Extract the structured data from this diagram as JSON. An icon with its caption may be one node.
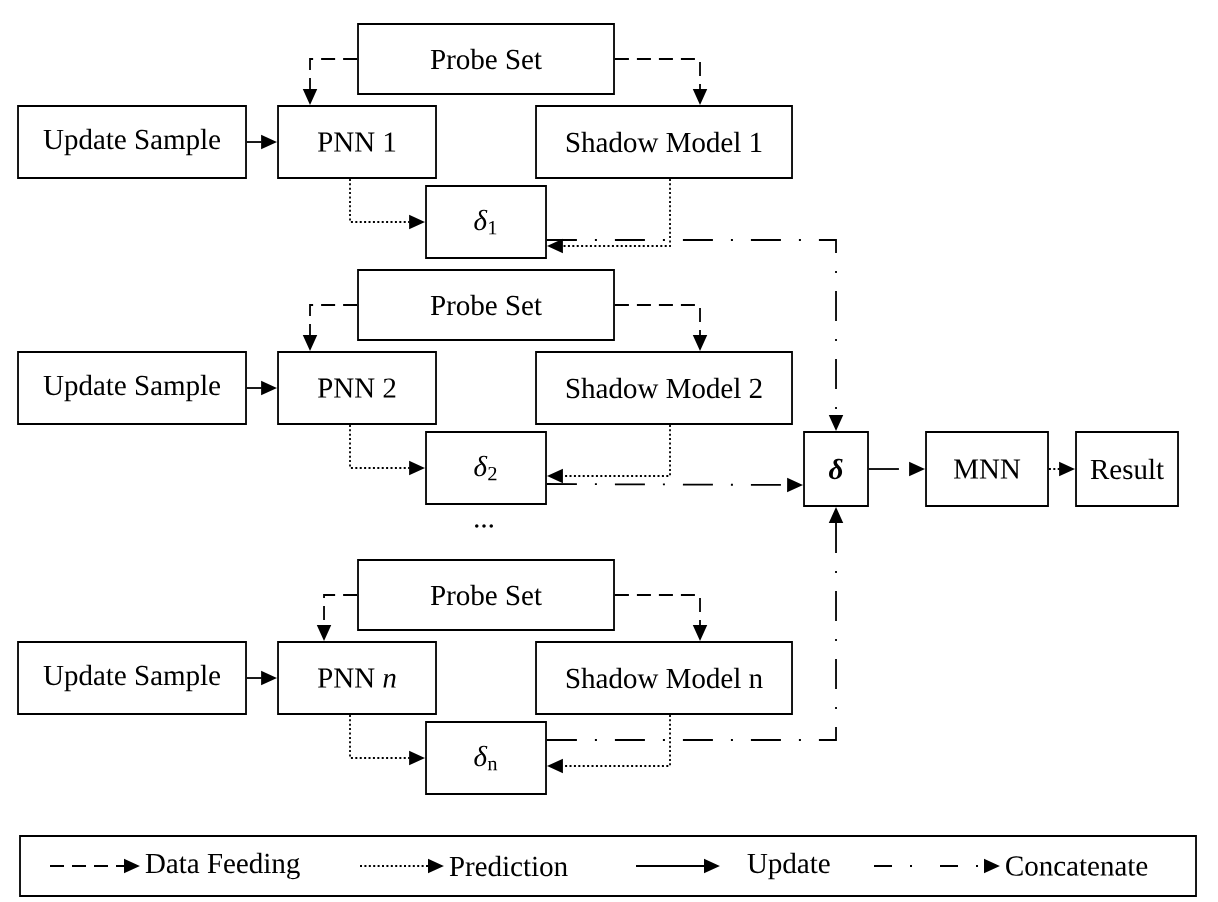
{
  "diagram": {
    "nodes": [
      {
        "text": [
          "Probe Set"
        ]
      },
      {
        "text": [
          "Update Sample"
        ]
      },
      {
        "text": [
          "PNN 1"
        ]
      },
      {
        "text": [
          "Shadow Model 1"
        ]
      },
      {
        "text": [
          "*δ*$_{1}$"
        ]
      },
      {
        "text": [
          "Probe Set"
        ]
      },
      {
        "text": [
          "Update Sample"
        ]
      },
      {
        "text": [
          "PNN 2"
        ]
      },
      {
        "text": [
          "Shadow Model 2"
        ]
      },
      {
        "text": [
          "*δ*$_{2}$"
        ]
      },
      {
        "text": [
          "Probe Set"
        ]
      },
      {
        "text": [
          "Update Sample"
        ]
      },
      {
        "text": [
          "PNN *n*"
        ]
      },
      {
        "text": [
          "Shadow Model n"
        ]
      },
      {
        "text": [
          "*δ*$_{n}$"
        ]
      },
      {
        "text": [
          "δ"
        ]
      },
      {
        "text": [
          "MNN"
        ]
      },
      {
        "text": [
          "Result"
        ]
      }
    ],
    "edges": [
      {
        "from": 0,
        "to": 2,
        "arrow": "to",
        "style": "dashed"
      },
      {
        "from": 0,
        "to": 3,
        "arrow": "to",
        "style": "dashed"
      },
      {
        "from": 1,
        "to": 2,
        "arrow": "to"
      },
      {
        "from": 2,
        "to": 4,
        "arrow": "to",
        "style": "dashed"
      },
      {
        "from": 3,
        "to": 4,
        "arrow": "to",
        "style": "dashed"
      },
      {
        "from": 4,
        "to": 15,
        "arrow": "to",
        "style": "dashed"
      },
      {
        "from": 5,
        "to": 7,
        "arrow": "to",
        "style": "dashed"
      },
      {
        "from": 5,
        "to": 8,
        "arrow": "to",
        "style": "dashed"
      },
      {
        "from": 6,
        "to": 7,
        "arrow": "to"
      },
      {
        "from": 7,
        "to": 9,
        "arrow": "to",
        "style": "dashed"
      },
      {
        "from": 8,
        "to": 9,
        "arrow": "to",
        "style": "dashed"
      },
      {
        "from": 9,
        "to": 15,
        "arrow": "to",
        "style": "dashed"
      },
      {
        "from": 10,
        "to": 12,
        "arrow": "to",
        "style": "dashed"
      },
      {
        "from": 10,
        "to": 13,
        "arrow": "to",
        "style": "dashed"
      },
      {
        "from": 11,
        "to": 12,
        "arrow": "to"
      },
      {
        "from": 12,
        "to": 14,
        "arrow": "to",
        "style": "dashed"
      },
      {
        "from": 13,
        "to": 14,
        "arrow": "to",
        "style": "dashed"
      },
      {
        "from": 14,
        "to": 15,
        "arrow": "to",
        "style": "dashed"
      },
      {
        "from": 15,
        "to": 16,
        "arrow": "to",
        "style": "dashed"
      },
      {
        "from": 16,
        "to": 17,
        "arrow": "to",
        "style": "dashed"
      }
    ],
    "labels": [
      "..."
    ],
    "legend": [
      {
        "text": "Data Feeding"
      },
      {
        "text": "Prediction"
      },
      {
        "text": "Update"
      },
      {
        "text": "Concatenate"
      }
    ]
  }
}
